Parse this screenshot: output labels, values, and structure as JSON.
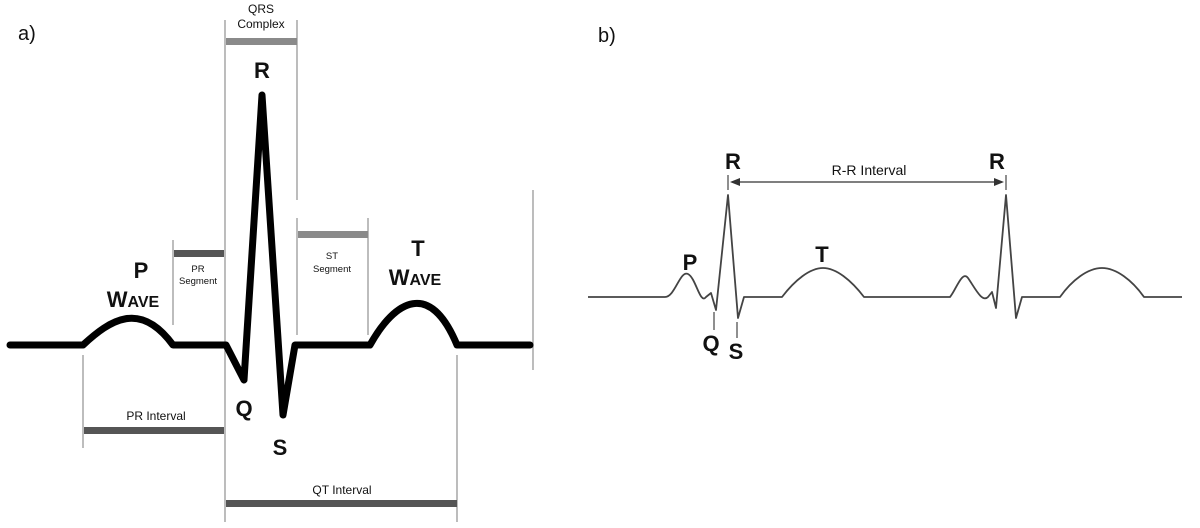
{
  "panel_a": {
    "label": "a)",
    "qrs_complex": [
      "QRS",
      "Complex"
    ],
    "r": "R",
    "q": "Q",
    "s": "S",
    "p_letter": "P",
    "p_wave": [
      "W",
      "AVE"
    ],
    "t_letter": "T",
    "t_wave": [
      "W",
      "AVE"
    ],
    "pr_segment": [
      "PR",
      "Segment"
    ],
    "st_segment": [
      "ST",
      "Segment"
    ],
    "pr_interval": "PR Interval",
    "qt_interval": "QT Interval"
  },
  "panel_b": {
    "label": "b)",
    "r1": "R",
    "r2": "R",
    "rr_interval": "R-R Interval",
    "p": "P",
    "t": "T",
    "q": "Q",
    "s": "S"
  },
  "colors": {
    "trace": "#000000",
    "thin_trace": "#444444",
    "bar_dark": "#555555",
    "bar_light": "#8a8a8a",
    "guide": "#999999"
  }
}
